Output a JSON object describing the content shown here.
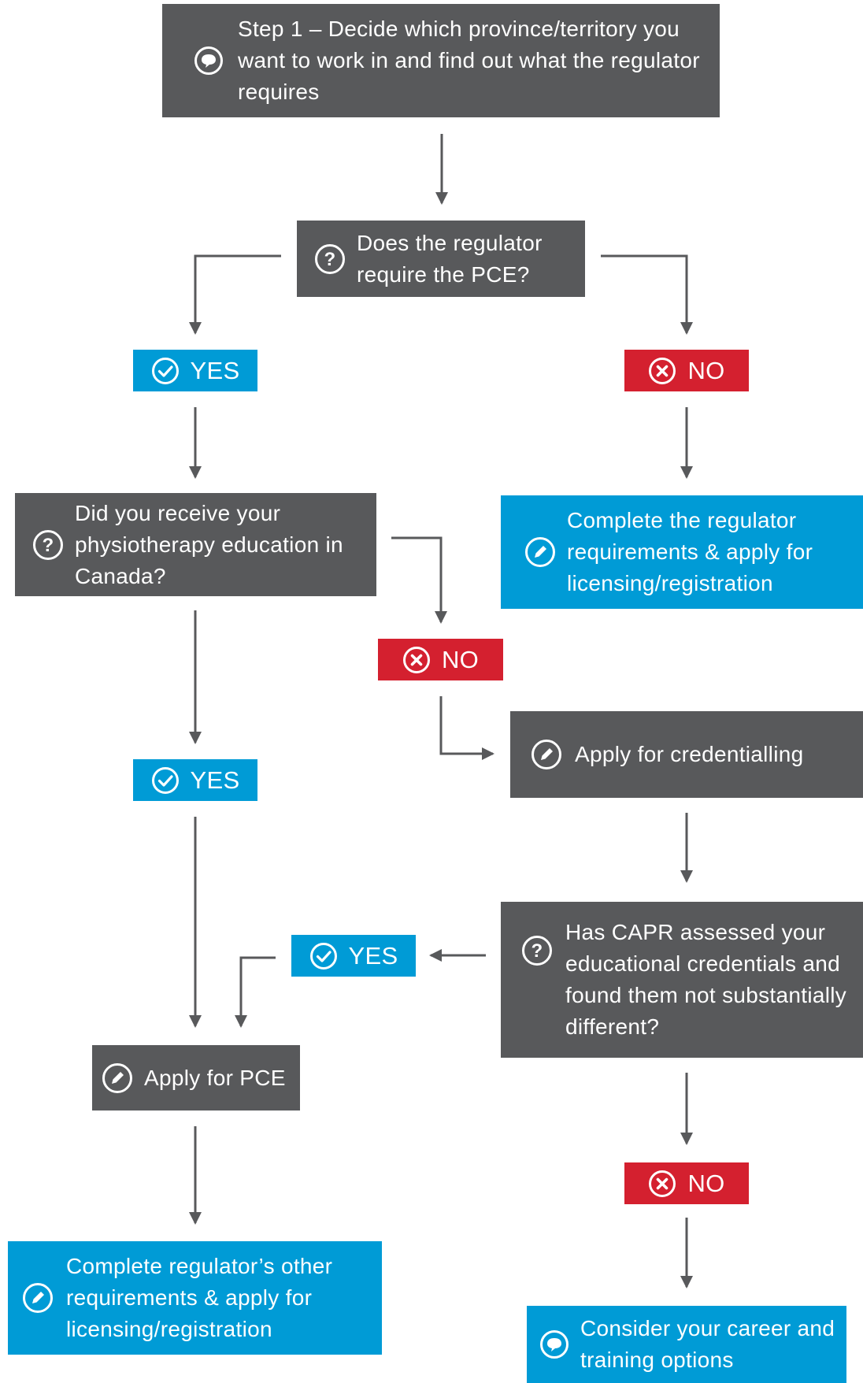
{
  "nodes": {
    "step1": "Step 1 – Decide which province/territory you want to work in and find out what the regulator requires",
    "q_pce": "Does the regulator require the PCE?",
    "yes_1": "YES",
    "no_1": "NO",
    "q_canada": "Did you receive your physiotherapy education in Canada?",
    "complete_regulator": "Complete the regulator requirements & apply for licensing/registration",
    "no_2": "NO",
    "apply_credentialling": "Apply for credentialling",
    "yes_2": "YES",
    "q_capr": "Has CAPR assessed your educational credentials and found them not substantially different?",
    "yes_3": "YES",
    "apply_pce": "Apply for PCE",
    "no_3": "NO",
    "complete_other": "Complete regulator’s other requirements & apply for licensing/registration",
    "consider_options": "Consider your career and training options"
  },
  "colors": {
    "dark_box": "#58595b",
    "yes_blue": "#009bd6",
    "no_red": "#d4202f",
    "arrow": "#58595b"
  },
  "icons": {
    "step1": "speech-bubble-icon",
    "questions": "question-circle-icon",
    "yes": "check-circle-icon",
    "no": "x-circle-icon",
    "actions": "pencil-circle-icon",
    "consider": "speech-bubble-icon"
  }
}
